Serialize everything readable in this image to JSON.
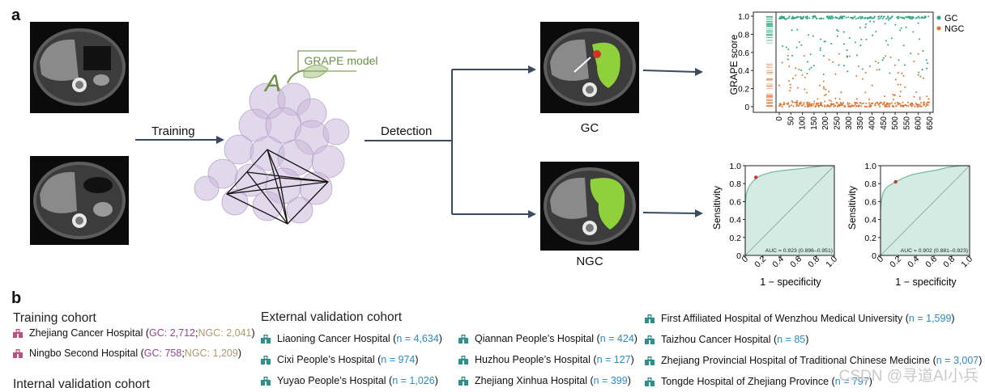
{
  "panel_a": "a",
  "panel_b": "b",
  "flow": {
    "training": "Training",
    "detection": "Detection",
    "model": "GRAPE model",
    "logo_letter": "A"
  },
  "labels": {
    "gc": "GC",
    "ngc": "NGC"
  },
  "colors": {
    "gc": "#2aa57c",
    "ngc": "#e0722e",
    "roc_fill": "#d4ebe3",
    "roc_line": "#6fb89f",
    "grape": "#c8b4d6",
    "mask": "#8fd13a",
    "arrow": "#3a4a63"
  },
  "chart_data": [
    {
      "type": "scatter",
      "ylabel": "GRAPE score",
      "xlim": [
        0,
        650
      ],
      "ylim": [
        0,
        1.0
      ],
      "x_ticks": [
        "0",
        "50",
        "100",
        "150",
        "200",
        "250",
        "300",
        "350",
        "400",
        "450",
        "500",
        "550",
        "600",
        "650"
      ],
      "y_ticks": [
        "0",
        "0.2",
        "0.4",
        "0.6",
        "0.8",
        "1.0"
      ],
      "legend": [
        "GC",
        "NGC"
      ],
      "legend_position": "top-right"
    },
    {
      "type": "line",
      "xlabel": "1 − specificity",
      "ylabel": "Sensitivity",
      "xlim": [
        0,
        1.0
      ],
      "ylim": [
        0,
        1.0
      ],
      "ticks": [
        "0",
        "0.2",
        "0.4",
        "0.6",
        "0.8",
        "1.0"
      ],
      "annotation": "AUC = 0.923 (0.896–0.951)",
      "operating_point": [
        0.12,
        0.87
      ],
      "roc": [
        [
          0,
          0
        ],
        [
          0,
          0.55
        ],
        [
          0.01,
          0.68
        ],
        [
          0.03,
          0.74
        ],
        [
          0.05,
          0.78
        ],
        [
          0.09,
          0.83
        ],
        [
          0.13,
          0.87
        ],
        [
          0.2,
          0.9
        ],
        [
          0.3,
          0.93
        ],
        [
          0.45,
          0.95
        ],
        [
          0.65,
          0.97
        ],
        [
          0.8,
          0.99
        ],
        [
          0.88,
          1.0
        ],
        [
          1,
          1
        ]
      ]
    },
    {
      "type": "line",
      "xlabel": "1 − specificity",
      "ylabel": "Sensitivity",
      "xlim": [
        0,
        1.0
      ],
      "ylim": [
        0,
        1.0
      ],
      "ticks": [
        "0",
        "0.2",
        "0.4",
        "0.6",
        "0.8",
        "1.0"
      ],
      "annotation": "AUC = 0.902 (0.881–0.923)",
      "operating_point": [
        0.17,
        0.82
      ],
      "roc": [
        [
          0,
          0
        ],
        [
          0,
          0.5
        ],
        [
          0.01,
          0.62
        ],
        [
          0.03,
          0.7
        ],
        [
          0.06,
          0.75
        ],
        [
          0.1,
          0.78
        ],
        [
          0.17,
          0.82
        ],
        [
          0.25,
          0.86
        ],
        [
          0.35,
          0.9
        ],
        [
          0.5,
          0.93
        ],
        [
          0.62,
          0.95
        ],
        [
          0.75,
          0.98
        ],
        [
          0.85,
          0.995
        ],
        [
          0.9,
          1.0
        ],
        [
          1,
          1
        ]
      ]
    }
  ],
  "cohorts": {
    "training_title": "Training cohort",
    "training": [
      {
        "name": "Zhejiang Cancer Hospital (",
        "gc": "GC: 2,712",
        "sep": "; ",
        "ngc": "NGC: 2,041",
        "end": ")"
      },
      {
        "name": "Ningbo Second Hospital (",
        "gc": "GC: 758",
        "sep": "; ",
        "ngc": "NGC: 1,209",
        "end": ")"
      }
    ],
    "internal_title": "Internal validation cohort",
    "external_title": "External validation cohort",
    "external_col1": [
      {
        "name": "Liaoning Cancer Hospital (",
        "n": "n = 4,634",
        "end": ")"
      },
      {
        "name": "Cixi People’s Hospital (",
        "n": "n = 974",
        "end": ")"
      },
      {
        "name": "Yuyao People’s Hospital (",
        "n": "n = 1,026",
        "end": ")"
      }
    ],
    "external_col2": [
      {
        "name": "Qiannan People’s Hospital (",
        "n": "n = 424",
        "end": ")"
      },
      {
        "name": "Huzhou People’s Hospital (",
        "n": "n = 127",
        "end": ")"
      },
      {
        "name": "Zhejiang Xinhua Hospital (",
        "n": "n = 399",
        "end": ")"
      }
    ],
    "external_col3": [
      {
        "name": "First Affiliated Hospital of Wenzhou Medical University (",
        "n": "n = 1,599",
        "end": ")"
      },
      {
        "name": "Taizhou Cancer Hospital (",
        "n": "n = 85",
        "end": ")"
      },
      {
        "name": "Zhejiang Provincial Hospital of Traditional Chinese Medicine (",
        "n": "n = 3,007",
        "end": ")"
      },
      {
        "name": "Tongde Hospital of Zhejiang Province (",
        "n": "n = 797",
        "end": ")"
      }
    ]
  },
  "watermark": "CSDN @寻道AI小兵"
}
